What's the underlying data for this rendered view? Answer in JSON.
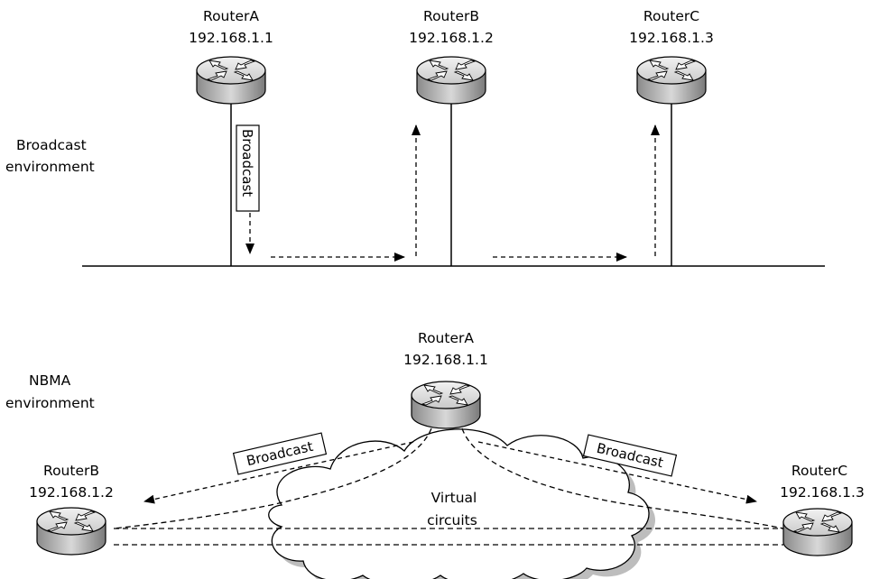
{
  "top": {
    "section_label_line1": "Broadcast",
    "section_label_line2": "environment",
    "routers": [
      {
        "name": "RouterA",
        "ip": "192.168.1.1"
      },
      {
        "name": "RouterB",
        "ip": "192.168.1.2"
      },
      {
        "name": "RouterC",
        "ip": "192.168.1.3"
      }
    ],
    "packet_label": "Broadcast"
  },
  "bottom": {
    "section_label_line1": "NBMA",
    "section_label_line2": "environment",
    "routers": [
      {
        "name": "RouterA",
        "ip": "192.168.1.1"
      },
      {
        "name": "RouterB",
        "ip": "192.168.1.2"
      },
      {
        "name": "RouterC",
        "ip": "192.168.1.3"
      }
    ],
    "packet_label_left": "Broadcast",
    "packet_label_right": "Broadcast",
    "cloud_label_line1": "Virtual",
    "cloud_label_line2": "circuits"
  }
}
